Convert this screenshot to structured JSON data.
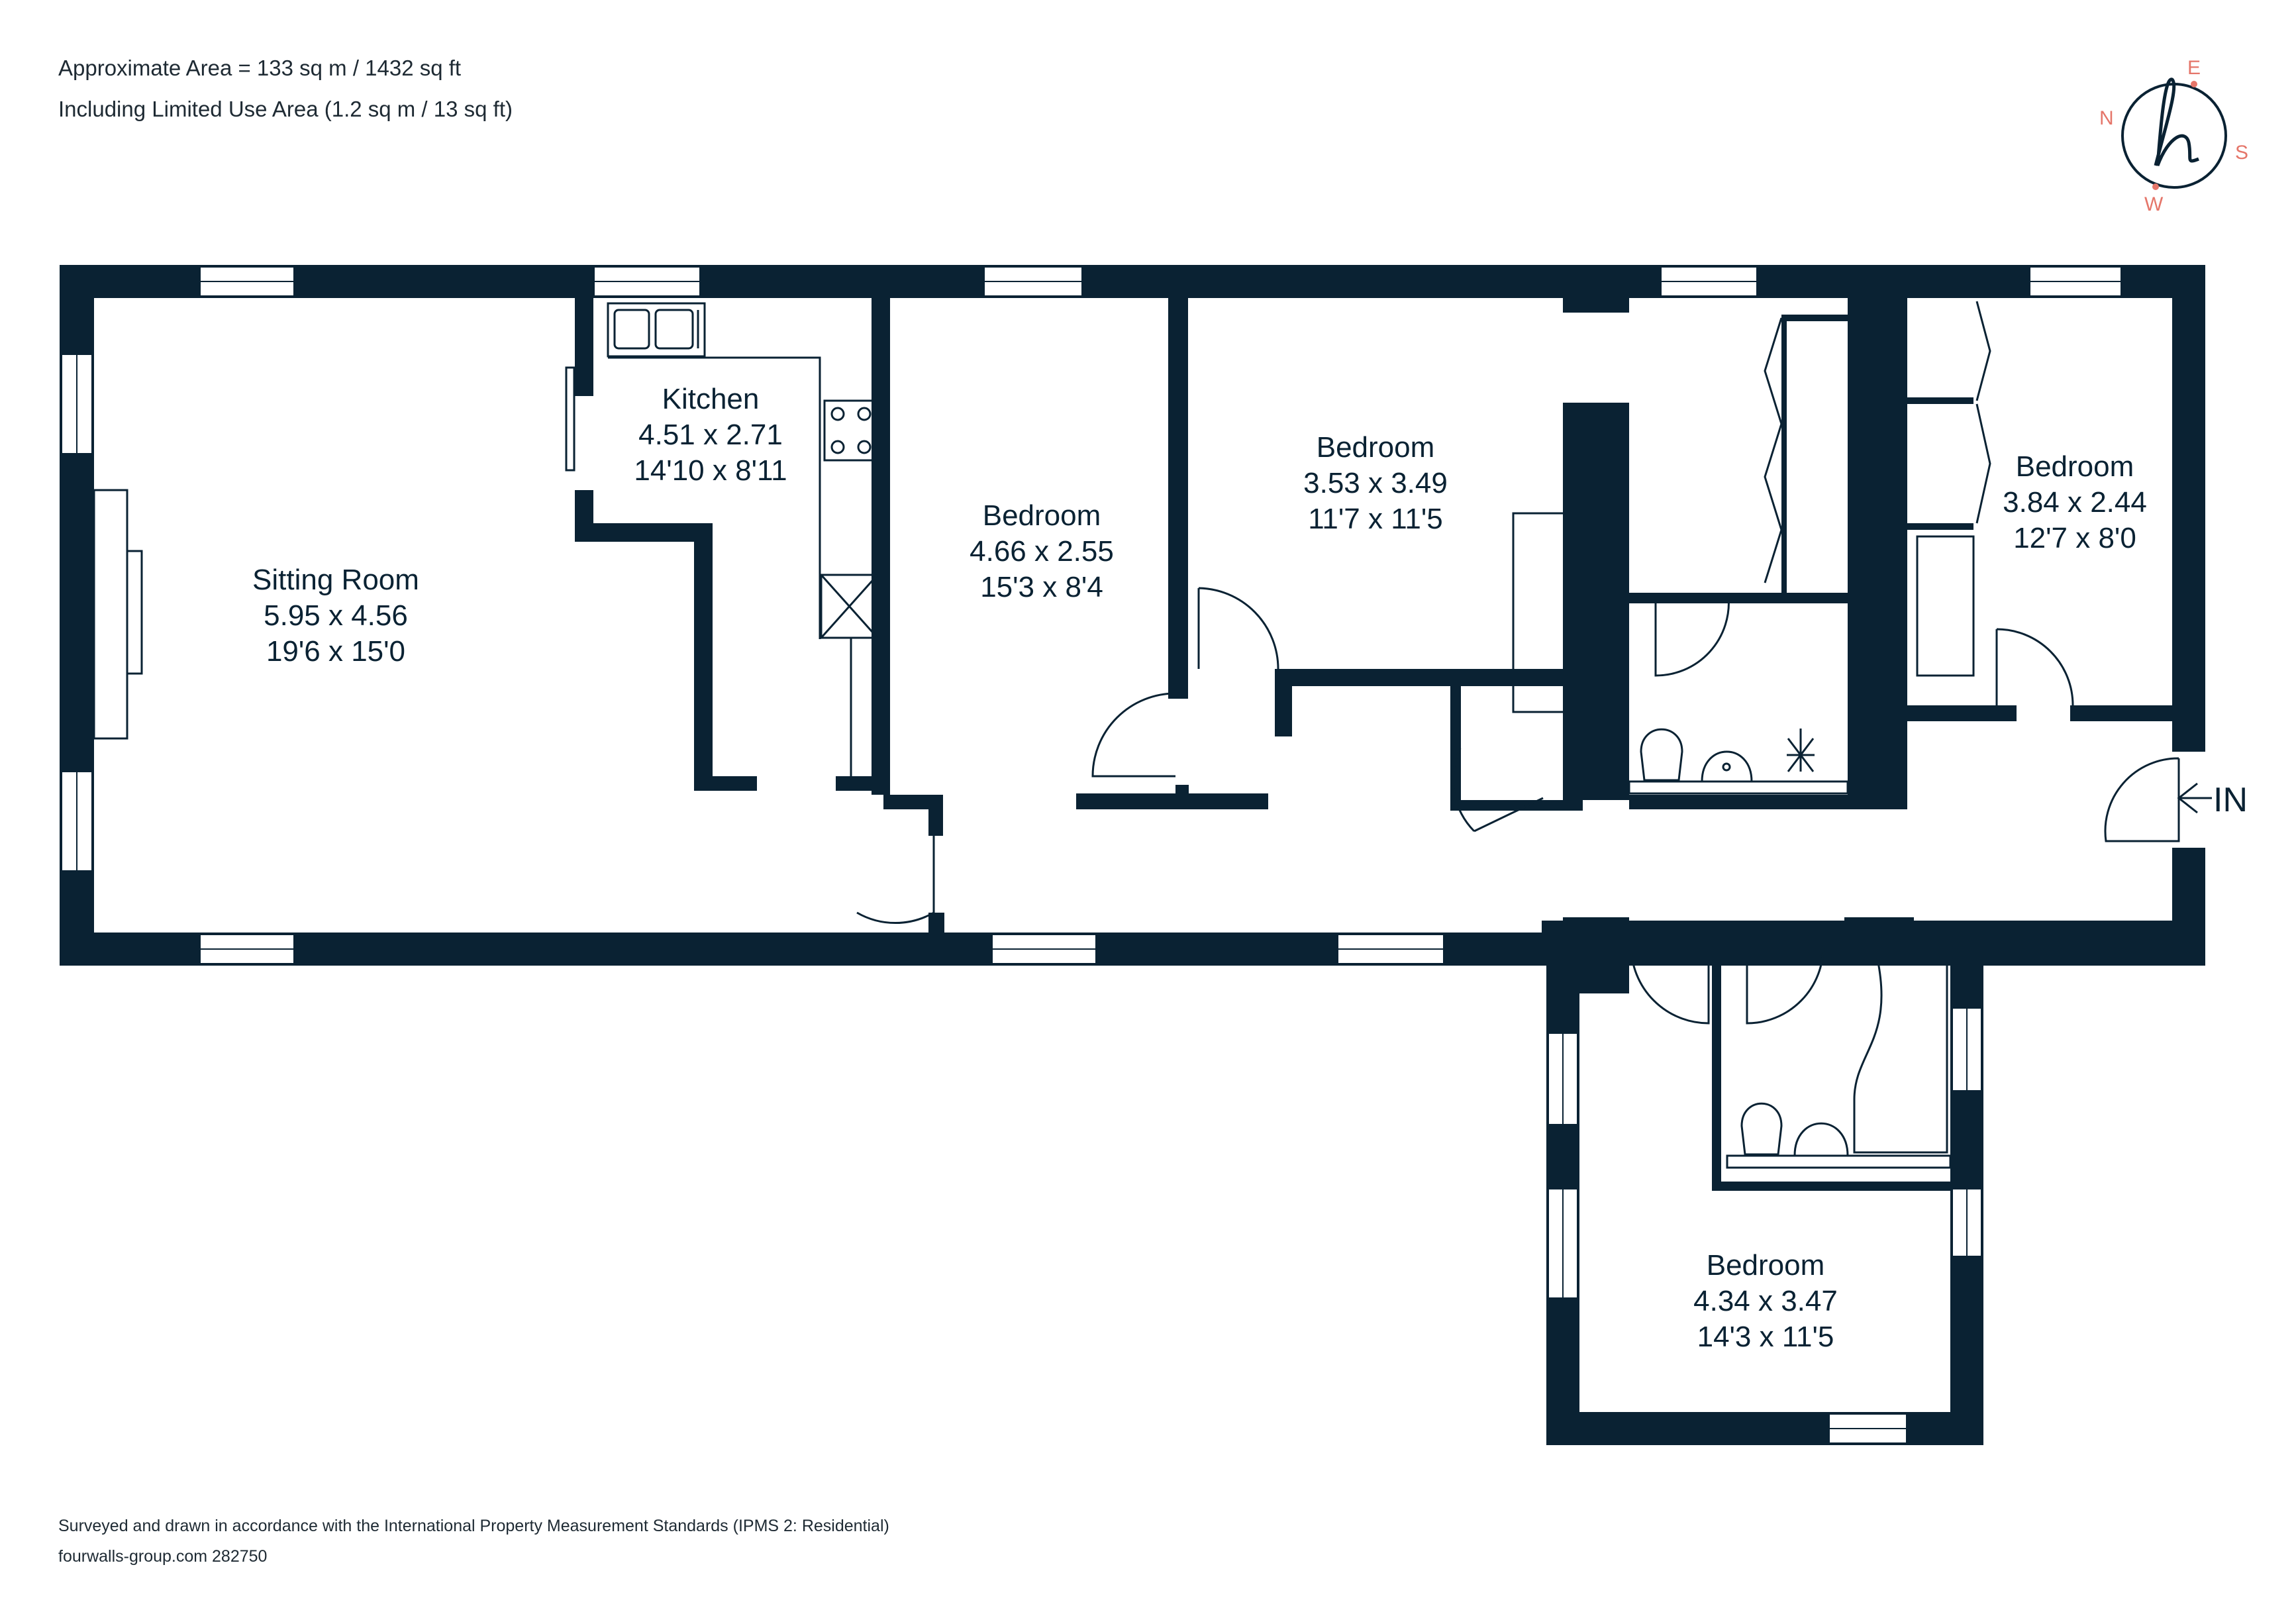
{
  "header": {
    "area_line": "Approximate Area = 133 sq m / 1432 sq ft",
    "limited_use_line": "Including Limited Use Area (1.2 sq m / 13 sq ft)"
  },
  "footer": {
    "standards_line": "Surveyed and drawn in accordance with the International Property Measurement Standards (IPMS 2: Residential)",
    "reference_line": "fourwalls-group.com 282750"
  },
  "compass": {
    "north": "N",
    "east": "E",
    "south": "S",
    "west": "W",
    "color": "#e5766a"
  },
  "entrance": {
    "label": "IN"
  },
  "colors": {
    "wall": "#0a2233",
    "fixture": "#0a2233"
  },
  "rooms": [
    {
      "name": "Sitting Room",
      "metric": "5.95 x 4.56",
      "imperial": "19'6 x 15'0"
    },
    {
      "name": "Kitchen",
      "metric": "4.51 x 2.71",
      "imperial": "14'10 x 8'11"
    },
    {
      "name": "Bedroom",
      "metric": "4.66 x 2.55",
      "imperial": "15'3 x 8'4"
    },
    {
      "name": "Bedroom",
      "metric": "3.53 x 3.49",
      "imperial": "11'7 x 11'5"
    },
    {
      "name": "Bedroom",
      "metric": "3.84 x 2.44",
      "imperial": "12'7 x 8'0"
    },
    {
      "name": "Bedroom",
      "metric": "4.34 x 3.47",
      "imperial": "14'3 x 11'5"
    }
  ]
}
